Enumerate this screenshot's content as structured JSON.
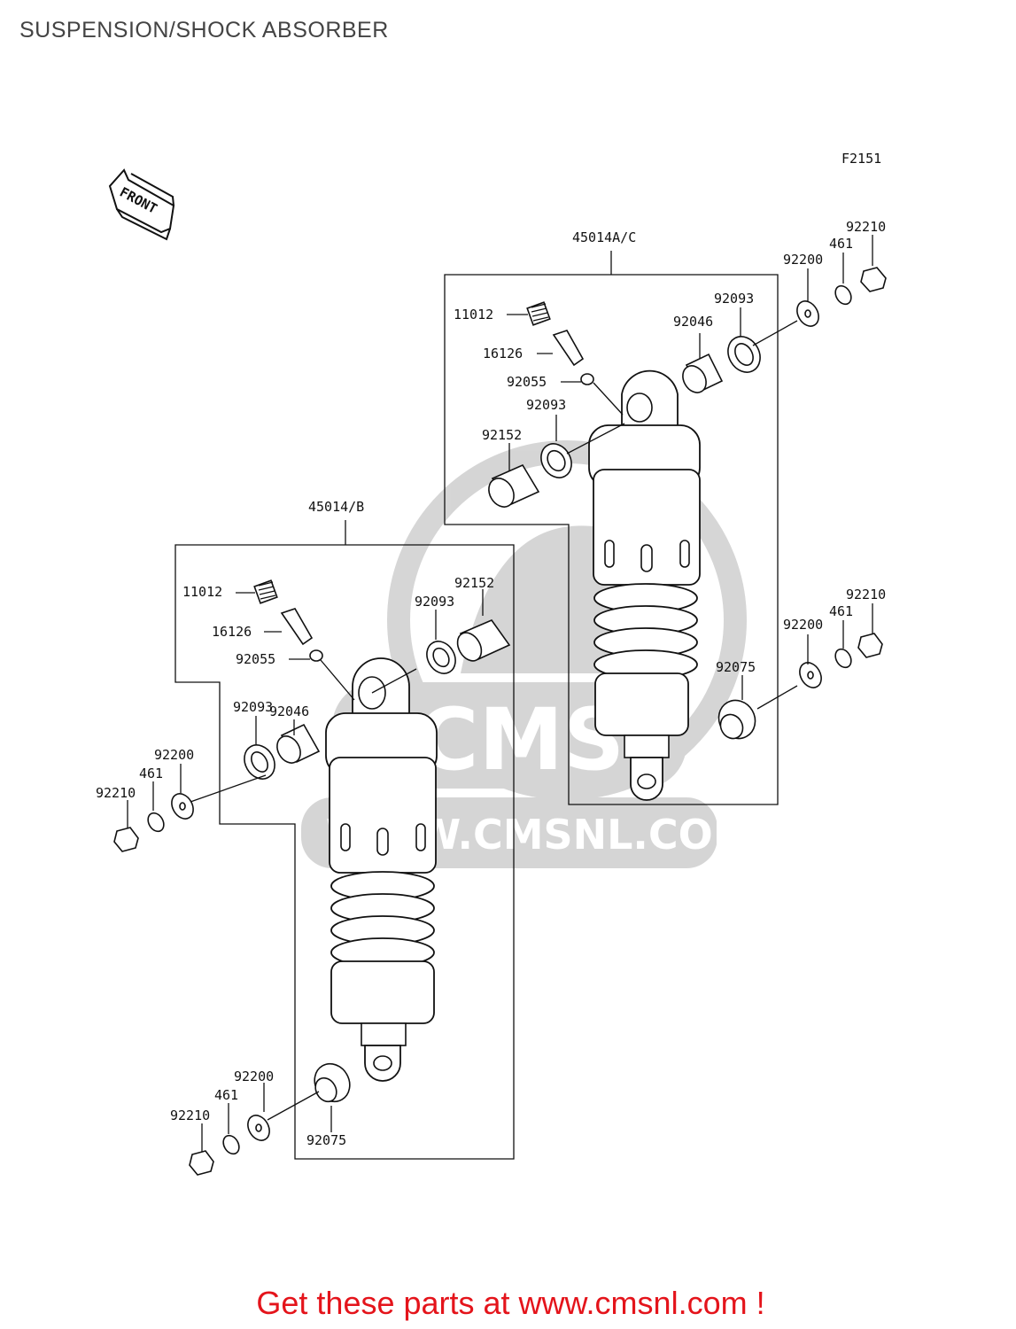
{
  "title": "SUSPENSION/SHOCK ABSORBER",
  "figure_code": "F2151",
  "front_indicator": "FRONT",
  "watermark": {
    "logo": "CMS",
    "url": "WWW.CMSNL.COM"
  },
  "assemblies": [
    {
      "assembly_number": "45014A/C",
      "parts": [
        {
          "part_number": "11012"
        },
        {
          "part_number": "16126"
        },
        {
          "part_number": "92055"
        },
        {
          "part_number": "92093"
        },
        {
          "part_number": "92152"
        },
        {
          "part_number": "92046"
        },
        {
          "part_number": "92093"
        },
        {
          "part_number": "92200"
        },
        {
          "part_number": "461"
        },
        {
          "part_number": "92210"
        },
        {
          "part_number": "92075"
        },
        {
          "part_number": "92200"
        },
        {
          "part_number": "461"
        },
        {
          "part_number": "92210"
        }
      ]
    },
    {
      "assembly_number": "45014/B",
      "parts": [
        {
          "part_number": "11012"
        },
        {
          "part_number": "16126"
        },
        {
          "part_number": "92055"
        },
        {
          "part_number": "92152"
        },
        {
          "part_number": "92093"
        },
        {
          "part_number": "92046"
        },
        {
          "part_number": "92093"
        },
        {
          "part_number": "92200"
        },
        {
          "part_number": "461"
        },
        {
          "part_number": "92210"
        },
        {
          "part_number": "92200"
        },
        {
          "part_number": "461"
        },
        {
          "part_number": "92210"
        },
        {
          "part_number": "92075"
        }
      ]
    }
  ],
  "call_to_action": "Get these parts at www.cmsnl.com !"
}
